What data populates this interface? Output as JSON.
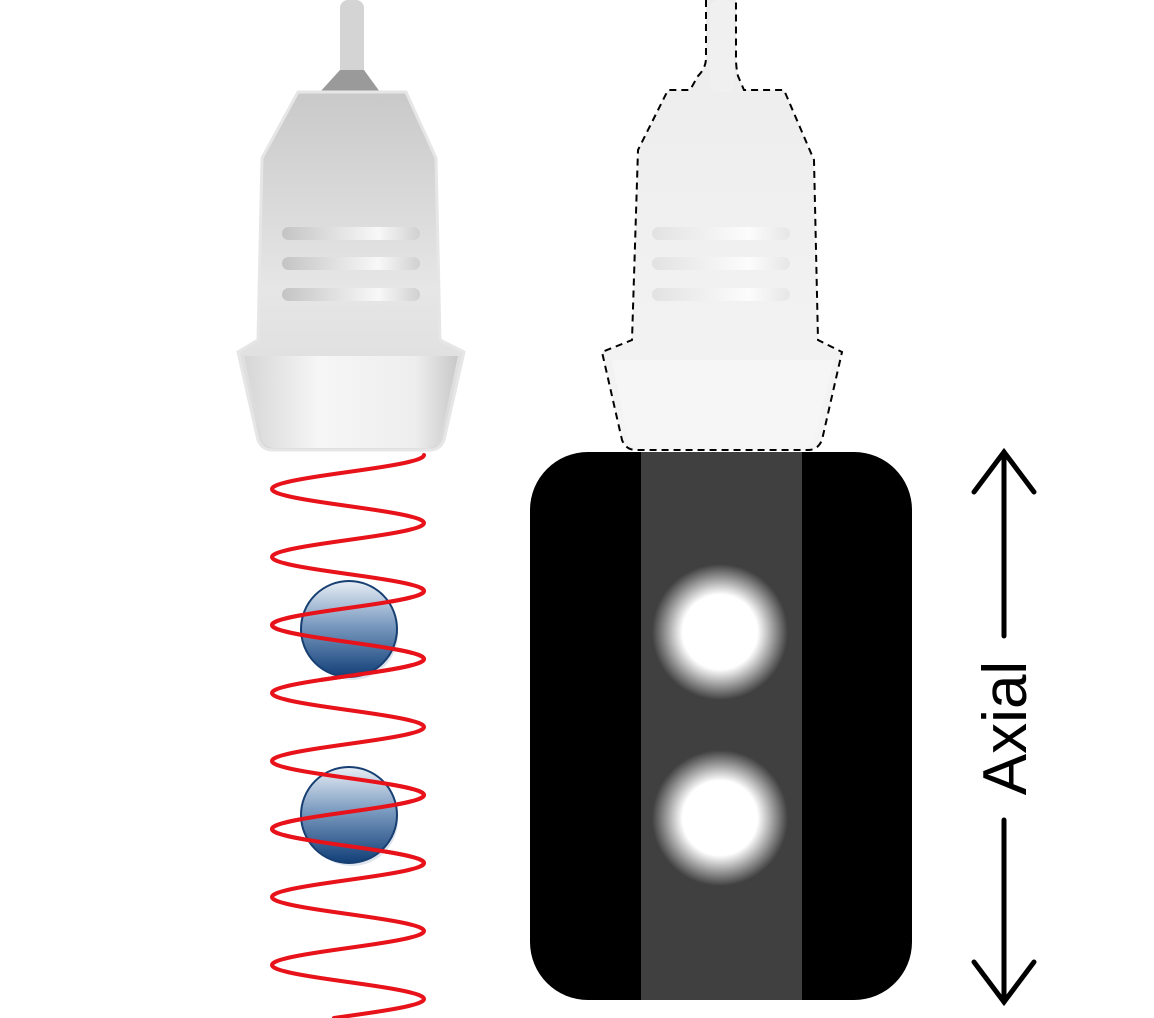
{
  "diagram": {
    "axis": {
      "label": "Axial"
    },
    "colors": {
      "wave": "#e8121a",
      "scatterer": "#1f4f8a",
      "image_background": "#000000",
      "beam_region": "#404040",
      "probe_body": "#d2d2d2",
      "probe_ghost_outline": "#000000",
      "axis_arrow": "#000000"
    },
    "icons": [
      "ultrasound-probe-icon",
      "ultrasound-probe-outline-icon",
      "microbubble-icon",
      "bright-spot-icon",
      "double-arrow-icon"
    ],
    "scatterer_count": 2,
    "image_spot_count": 2
  }
}
